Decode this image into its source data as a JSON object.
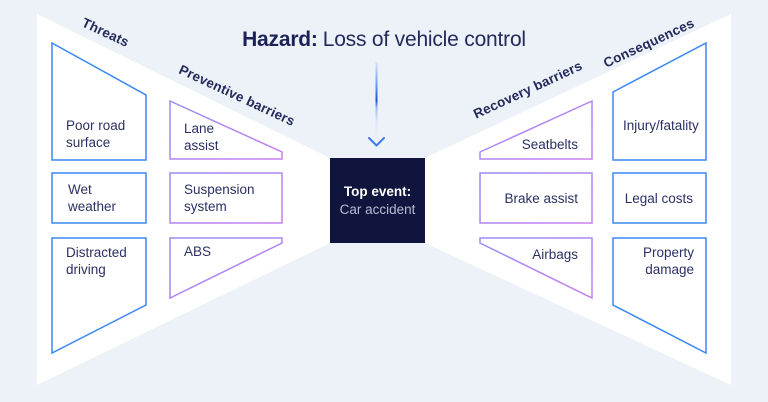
{
  "diagram": {
    "title": {
      "prefix": "Hazard:",
      "text": "Loss of vehicle control"
    },
    "top_event": {
      "label": "Top event:",
      "value": "Car accident"
    },
    "sections": {
      "threats": {
        "label": "Threats",
        "items": [
          "Poor road surface",
          "Wet weather",
          "Distracted driving"
        ]
      },
      "preventive_barriers": {
        "label": "Preventive barriers",
        "items": [
          "Lane assist",
          "Suspension system",
          "ABS"
        ]
      },
      "recovery_barriers": {
        "label": "Recovery barriers",
        "items": [
          "Seatbelts",
          "Brake assist",
          "Airbags"
        ]
      },
      "consequences": {
        "label": "Consequences",
        "items": [
          "Injury/fatality",
          "Legal costs",
          "Property damage"
        ]
      }
    },
    "colors": {
      "background": "#edf1f8",
      "bowtie_panel": "#ffffff",
      "threat_consequence_stroke": "#3a87f6",
      "barrier_stroke_start": "#998cf5",
      "barrier_stroke_end": "#c77ff0",
      "navy_text": "#232a5c",
      "top_event_bg": "#10153e",
      "top_event_value_text": "#b5bbd4",
      "arrow_blue": "#1e50cf"
    }
  }
}
